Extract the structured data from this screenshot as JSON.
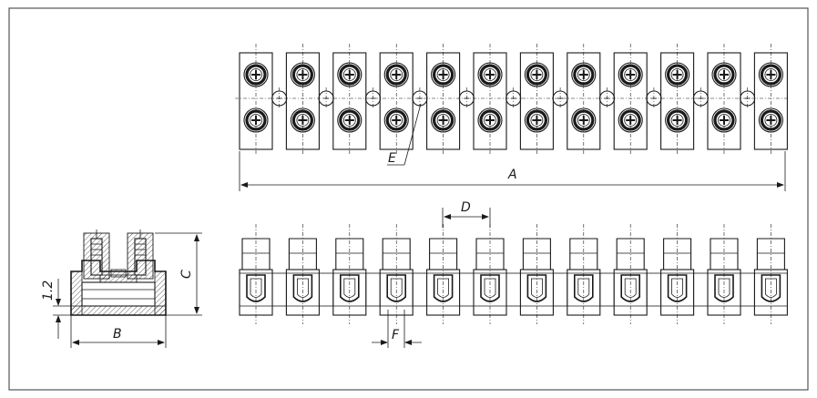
{
  "labels": {
    "A": "A",
    "B": "B",
    "C": "C",
    "D": "D",
    "E": "E",
    "F": "F",
    "dim_12": "1.2"
  },
  "terminal_count": 12,
  "colors": {
    "line": "#1a1a1a",
    "background": "#ffffff",
    "frame": "#555555"
  }
}
